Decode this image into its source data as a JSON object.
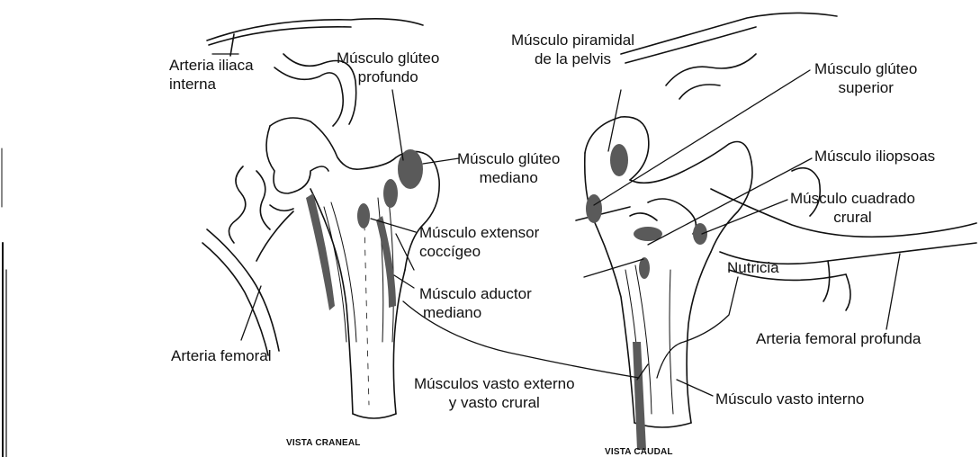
{
  "labels": {
    "arteria_iliaca_interna": [
      "Arteria iliaca",
      "interna"
    ],
    "musculo_gluteo_profundo": [
      "Músculo glúteo",
      "profundo"
    ],
    "musculo_gluteo_mediano": [
      "Músculo glúteo",
      "mediano"
    ],
    "musculo_extensor_coccigeo": [
      "Músculo extensor",
      "coccígeo"
    ],
    "musculo_aductor_mediano": [
      "Músculo aductor",
      "mediano"
    ],
    "arteria_femoral": "Arteria femoral",
    "musculos_vasto": [
      "Músculos vasto externo",
      "y vasto crural"
    ],
    "musculo_piramidal": [
      "Músculo piramidal",
      "de la pelvis"
    ],
    "musculo_gluteo_superior": [
      "Músculo glúteo",
      "superior"
    ],
    "musculo_iliopsoas": "Músculo iliopsoas",
    "musculo_cuadrado_crural": [
      "Músculo cuadrado",
      "crural"
    ],
    "nutricia": "Nutricia",
    "arteria_femoral_profunda": "Arteria femoral profunda",
    "musculo_vasto_interno": "Músculo vasto interno"
  },
  "captions": {
    "vista_craneal": "VISTA CRANEAL",
    "vista_caudal": "VISTA CAUDAL"
  },
  "colors": {
    "ink": "#111111",
    "muscle_patch": "#5a5a5a",
    "paper": "#ffffff"
  }
}
